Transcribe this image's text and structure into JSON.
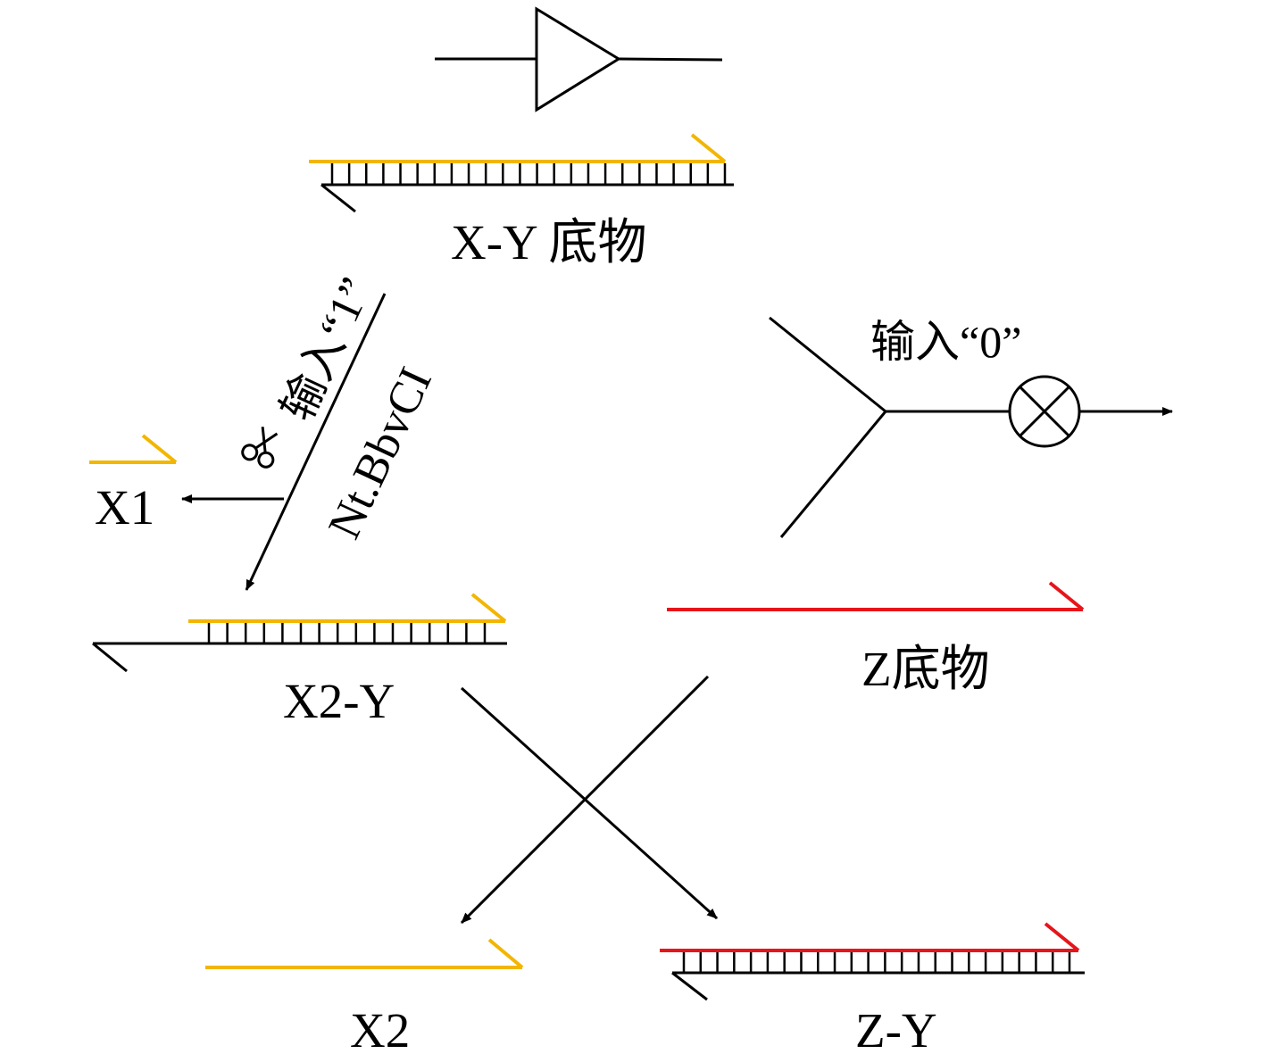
{
  "labels": {
    "xy_substrate": "X-Y 底物",
    "input_one": "输入“1”",
    "enzyme": "Nt.BbvCI",
    "x1": "X1",
    "x2y": "X2-Y",
    "input_zero": "输入“0”",
    "z_substrate": "Z底物",
    "x2": "X2",
    "zy": "Z-Y"
  },
  "colors": {
    "yellow_strand": "#f2b600",
    "red_strand": "#e8141b",
    "black_strand": "#000000"
  },
  "icons": {
    "buffer_gate": "buffer-gate-icon",
    "scissors": "scissors-icon",
    "blocked_output": "circled-x-icon"
  }
}
